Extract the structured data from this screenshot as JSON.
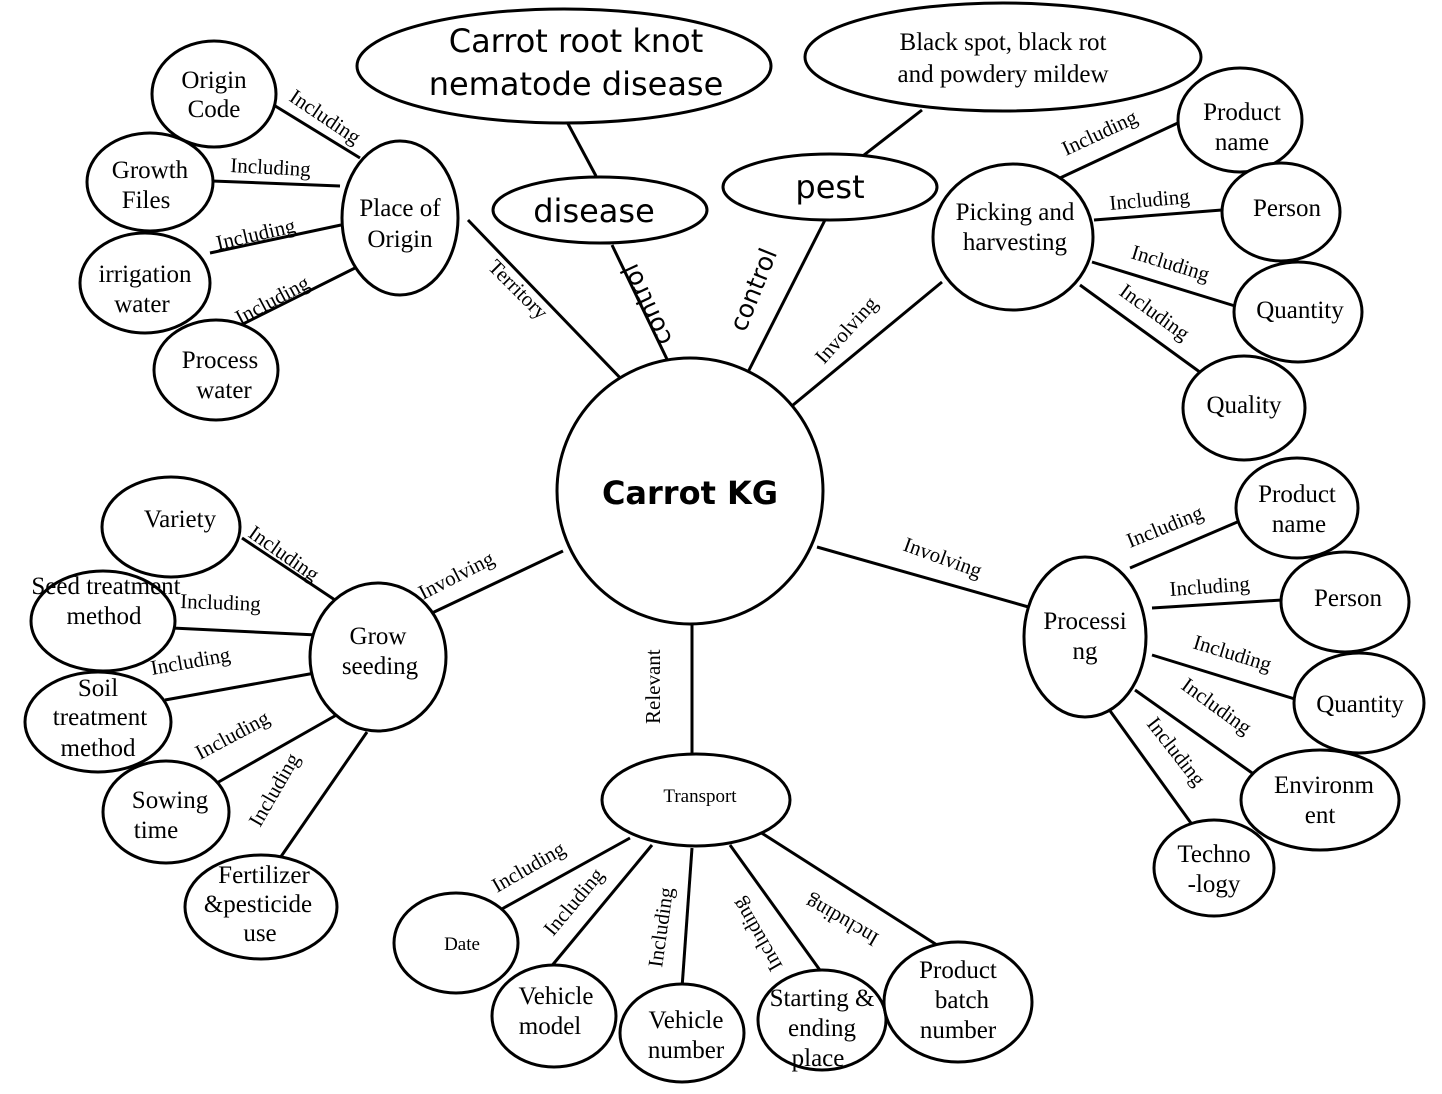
{
  "center": "Carrot  KG",
  "nodes": {
    "place_of_origin": [
      "Place of",
      "Origin"
    ],
    "origin_code": [
      "Origin",
      "Code"
    ],
    "growth_files": [
      "Growth",
      "Files"
    ],
    "irrigation_water": [
      "irrigation",
      "water"
    ],
    "process_water": [
      "Process",
      "water"
    ],
    "disease": "disease",
    "disease_detail": [
      "Carrot root knot",
      "nematode disease"
    ],
    "pest": "pest",
    "pest_detail": [
      "Black spot, black rot",
      "and powdery mildew"
    ],
    "picking_harvesting": [
      "Picking and",
      "harvesting"
    ],
    "ph_product_name": [
      "Product",
      "name"
    ],
    "ph_person": "Person",
    "ph_quantity": "Quantity",
    "ph_quality": "Quality",
    "grow_seeding": [
      "Grow",
      "seeding"
    ],
    "variety": "Variety",
    "seed_treatment": [
      "Seed treatment",
      "method"
    ],
    "soil_treatment": [
      "Soil",
      "treatment",
      "method"
    ],
    "sowing_time": [
      "Sowing",
      "time"
    ],
    "fertilizer": [
      "Fertilizer",
      "&pesticide",
      "use"
    ],
    "processing": [
      "Processi",
      "ng"
    ],
    "pr_product_name": [
      "Product",
      "name"
    ],
    "pr_person": "Person",
    "pr_quantity": "Quantity",
    "environment": [
      "Environm",
      "ent"
    ],
    "technology": [
      "Techno",
      "-logy"
    ],
    "transport": "Transport",
    "date": "Date",
    "vehicle_model": [
      "Vehicle",
      "model"
    ],
    "vehicle_number": [
      "Vehicle",
      "number"
    ],
    "starting_ending": [
      "Starting &",
      "ending",
      "place"
    ],
    "product_batch": [
      "Product",
      "batch",
      "number"
    ]
  },
  "edge_labels": {
    "territory": "Territory",
    "control": "control",
    "involving": "Involving",
    "including": "Including",
    "relevant": "Relevant"
  }
}
